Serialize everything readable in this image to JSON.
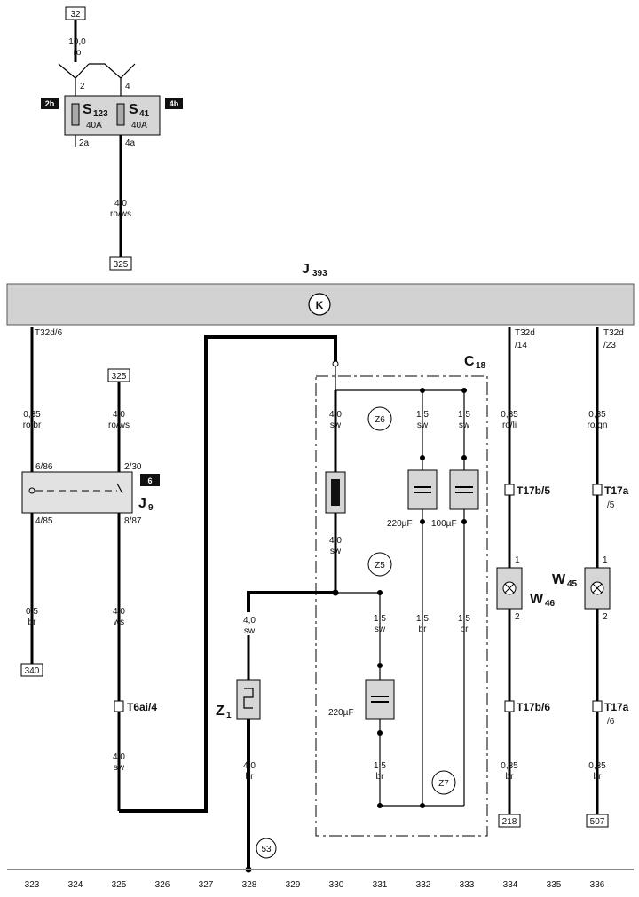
{
  "refs": {
    "top": "32",
    "mid": "325",
    "bot_left": "340",
    "bot_334": "218",
    "bot_336": "507",
    "wire_325": "325"
  },
  "fuse_box": {
    "left_tag": "2b",
    "right_tag": "4b",
    "fuse1": {
      "name": "S",
      "sub": "123",
      "rating": "40A",
      "pin_in": "2",
      "pin_out": "2a"
    },
    "fuse2": {
      "name": "S",
      "sub": "41",
      "rating": "40A",
      "pin_in": "4",
      "pin_out": "4a"
    }
  },
  "wires": {
    "top": {
      "gauge": "10,0",
      "color": "ro"
    },
    "fuse_out": {
      "gauge": "4,0",
      "color": "ro/ws"
    },
    "w323_a": {
      "gauge": "0,35",
      "color": "ro/br"
    },
    "w323_b": {
      "gauge": "0,5",
      "color": "br"
    },
    "w325_a": {
      "gauge": "4,0",
      "color": "ro/ws"
    },
    "w325_b": {
      "gauge": "4,0",
      "color": "ws"
    },
    "w325_c": {
      "gauge": "4,0",
      "color": "sw"
    },
    "w328_a": {
      "gauge": "4,0",
      "color": "sw"
    },
    "w328_b": {
      "gauge": "4,0",
      "color": "br"
    },
    "w330_a": {
      "gauge": "4,0",
      "color": "sw"
    },
    "w330_b": {
      "gauge": "4,0",
      "color": "sw"
    },
    "w331_a": {
      "gauge": "1,5",
      "color": "sw"
    },
    "w331_b": {
      "gauge": "1,5",
      "color": "br"
    },
    "w332_a": {
      "gauge": "1,5",
      "color": "sw"
    },
    "w332_b": {
      "gauge": "1,5",
      "color": "br"
    },
    "w333_a": {
      "gauge": "1,5",
      "color": "sw"
    },
    "w333_b": {
      "gauge": "1,5",
      "color": "br"
    },
    "w334_a": {
      "gauge": "0,35",
      "color": "ro/li"
    },
    "w334_b": {
      "gauge": "0,35",
      "color": "br"
    },
    "w336_a": {
      "gauge": "0,35",
      "color": "ro/gn"
    },
    "w336_b": {
      "gauge": "0,35",
      "color": "br"
    }
  },
  "module": {
    "name": "J",
    "sub": "393",
    "symbol": "K"
  },
  "connectors": {
    "t32d_6": "T32d/6",
    "t32d_14_a": "T32d",
    "t32d_14_b": "/14",
    "t32d_23_a": "T32d",
    "t32d_23_b": "/23",
    "t17b_5": "T17b/5",
    "t17a_5_a": "T17a",
    "t17a_5_b": "/5",
    "t17b_6": "T17b/6",
    "t17a_6_a": "T17a",
    "t17a_6_b": "/6",
    "t6ai_4": "T6ai/4"
  },
  "relay": {
    "name": "J",
    "sub": "9",
    "tag": "6",
    "pin_tl": "6/86",
    "pin_tr": "2/30",
    "pin_bl": "4/85",
    "pin_br": "8/87"
  },
  "suppressor": {
    "name": "C",
    "sub": "18",
    "cap1": "220µF",
    "cap2": "100µF",
    "cap3": "220µF",
    "z6": "Z6",
    "z5": "Z5",
    "z7": "Z7"
  },
  "heater": {
    "name": "Z",
    "sub": "1"
  },
  "lamps": {
    "w46": {
      "name": "W",
      "sub": "46",
      "pin_top": "1",
      "pin_bot": "2"
    },
    "w45": {
      "name": "W",
      "sub": "45",
      "pin_top": "1",
      "pin_bot": "2"
    }
  },
  "ground": "53",
  "columns": [
    "323",
    "324",
    "325",
    "326",
    "327",
    "328",
    "329",
    "330",
    "331",
    "332",
    "333",
    "334",
    "335",
    "336"
  ]
}
